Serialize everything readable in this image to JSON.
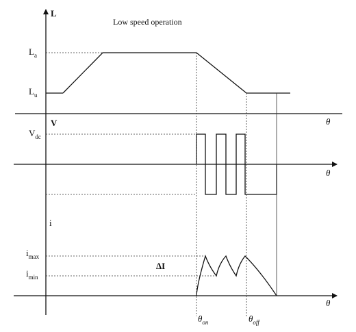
{
  "title": "Low speed operation",
  "inductance_panel": {
    "axis_label": "L",
    "x_axis_label": "θ",
    "levels": [
      {
        "main": "L",
        "sub": "a"
      },
      {
        "main": "L",
        "sub": "u"
      }
    ]
  },
  "voltage_panel": {
    "axis_label": "V",
    "x_axis_label": "θ",
    "levels": [
      {
        "main": "V",
        "sub": "dc"
      }
    ]
  },
  "current_panel": {
    "axis_label": "i",
    "x_axis_label": "θ",
    "levels": [
      {
        "main": "i",
        "sub": "max"
      },
      {
        "main": "i",
        "sub": "min"
      }
    ],
    "band_label": "ΔI"
  },
  "angle_marks": [
    {
      "main": "θ",
      "sub": "on"
    },
    {
      "main": "θ",
      "sub": "off"
    }
  ]
}
